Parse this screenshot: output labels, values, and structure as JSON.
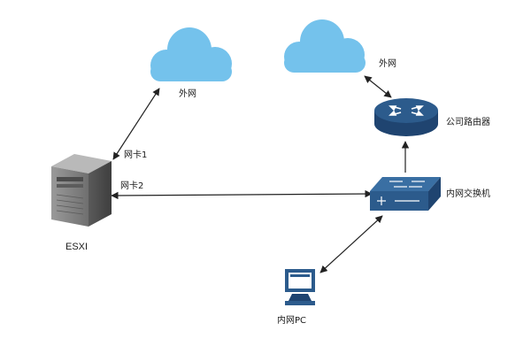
{
  "labels": {
    "internet_left": "外网",
    "internet_right": "外网",
    "router": "公司路由器",
    "switch": "内网交换机",
    "nic1": "网卡1",
    "nic2": "网卡2",
    "esxi": "ESXI",
    "pc": "内网PC"
  },
  "icons": {
    "cloud": "cloud-icon",
    "router": "router-icon",
    "switch": "network-switch-icon",
    "server": "server-tower-icon",
    "pc": "desktop-computer-icon"
  },
  "colors": {
    "cloud_fill": "#74c2ec",
    "device_blue": "#2c5b8c",
    "device_blue_dark": "#1f4470",
    "server_gray": "#8a8a8a",
    "connector": "#222222"
  }
}
